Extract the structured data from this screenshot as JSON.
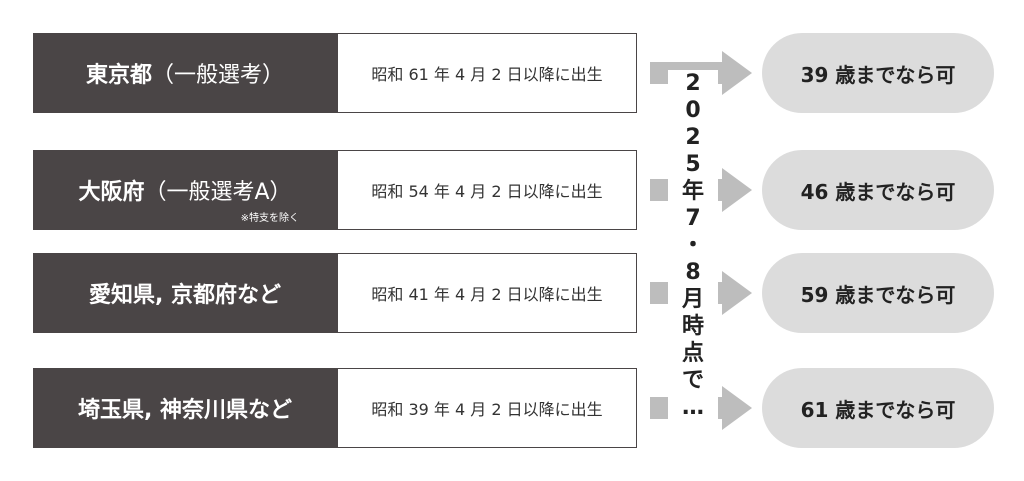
{
  "rows": [
    {
      "label": "東京都",
      "label_suffix": "（一般選考）",
      "note": "",
      "date": "昭和 61 年 4 月 2 日以降に出生",
      "result": "39 歳までなら可"
    },
    {
      "label": "大阪府",
      "label_suffix": "（一般選考A）",
      "note": "※特支を除く",
      "date": "昭和 54 年 4 月 2 日以降に出生",
      "result": "46 歳までなら可"
    },
    {
      "label": "愛知県, 京都府など",
      "label_suffix": "",
      "note": "",
      "date": "昭和 41 年 4 月 2 日以降に出生",
      "result": "59 歳までなら可"
    },
    {
      "label": "埼玉県, 神奈川県など",
      "label_suffix": "",
      "note": "",
      "date": "昭和 39 年 4 月 2 日以降に出生",
      "result": "61 歳までなら可"
    }
  ],
  "vertical_text": [
    "2",
    "0",
    "2",
    "5",
    "年",
    "7",
    "・",
    "8",
    "月",
    "時",
    "点",
    "で",
    "…"
  ],
  "colors": {
    "label_bg": "#4a4546",
    "arrow": "#bdbdbd",
    "pill_bg": "#dcdcdc"
  }
}
